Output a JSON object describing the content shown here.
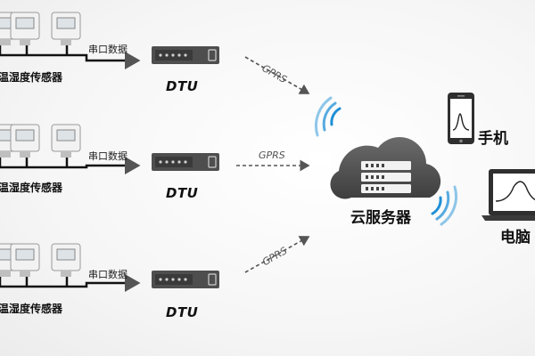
{
  "rows": [
    {
      "sensor_label": "温湿度传感器",
      "data_label": "串口数据",
      "dtu_label": "DTU",
      "link_label": "GPRS"
    },
    {
      "sensor_label": "温湿度传感器",
      "data_label": "串口数据",
      "dtu_label": "DTU",
      "link_label": "GPRS"
    },
    {
      "sensor_label": "温湿度传感器",
      "data_label": "串口数据",
      "dtu_label": "DTU",
      "link_label": "GPRS"
    }
  ],
  "cloud": {
    "label": "云服务器"
  },
  "phone": {
    "label": "手机"
  },
  "laptop": {
    "label": "电脑"
  },
  "colors": {
    "device": "#555555",
    "line": "#111111",
    "arrow": "#555555",
    "signal": "#1f8fd6"
  }
}
